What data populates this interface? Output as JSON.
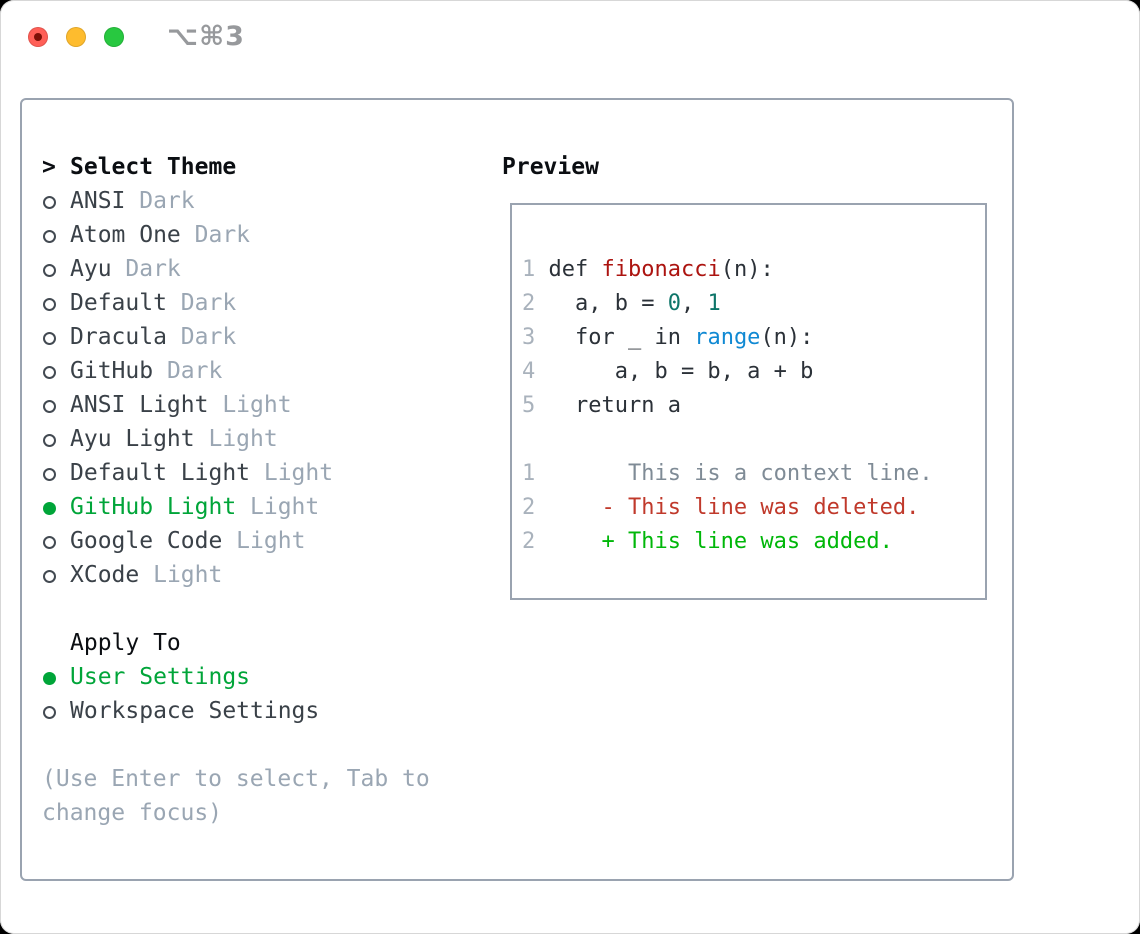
{
  "window": {
    "title": "⌥⌘3"
  },
  "titlebar": {
    "buttons": [
      "close",
      "minimize",
      "zoom"
    ],
    "close_has_dot": true
  },
  "theme_picker": {
    "header": {
      "marker": ">",
      "label": "Select Theme"
    },
    "themes": [
      {
        "name": "ANSI",
        "variant": "Dark",
        "selected": false
      },
      {
        "name": "Atom One",
        "variant": "Dark",
        "selected": false
      },
      {
        "name": "Ayu",
        "variant": "Dark",
        "selected": false
      },
      {
        "name": "Default",
        "variant": "Dark",
        "selected": false
      },
      {
        "name": "Dracula",
        "variant": "Dark",
        "selected": false
      },
      {
        "name": "GitHub",
        "variant": "Dark",
        "selected": false
      },
      {
        "name": "ANSI Light",
        "variant": "Light",
        "selected": false
      },
      {
        "name": "Ayu Light",
        "variant": "Light",
        "selected": false
      },
      {
        "name": "Default Light",
        "variant": "Light",
        "selected": false
      },
      {
        "name": "GitHub Light",
        "variant": "Light",
        "selected": true
      },
      {
        "name": "Google Code",
        "variant": "Light",
        "selected": false
      },
      {
        "name": "XCode",
        "variant": "Light",
        "selected": false
      }
    ],
    "apply_to": {
      "label": "Apply To",
      "options": [
        {
          "label": "User Settings",
          "selected": true
        },
        {
          "label": "Workspace Settings",
          "selected": false
        }
      ]
    },
    "help_lines": [
      "(Use Enter to select, Tab to",
      "change focus)"
    ]
  },
  "preview": {
    "title": "Preview",
    "code_lines": [
      [
        [
          "1 ",
          "ln"
        ],
        [
          "def ",
          "fg"
        ],
        [
          "fibonacci",
          "func"
        ],
        [
          "(n):",
          "fg"
        ]
      ],
      [
        [
          "2",
          "ln"
        ],
        [
          "   a, b = ",
          "fg"
        ],
        [
          "0",
          "num"
        ],
        [
          ", ",
          "fg"
        ],
        [
          "1",
          "num"
        ]
      ],
      [
        [
          "3",
          "ln"
        ],
        [
          "   for _ in ",
          "fg"
        ],
        [
          "range",
          "blue"
        ],
        [
          "(n):",
          "fg"
        ]
      ],
      [
        [
          "4",
          "ln"
        ],
        [
          "      a, b = b, a + b",
          "fg"
        ]
      ],
      [
        [
          "5",
          "ln"
        ],
        [
          "   return a",
          "fg"
        ]
      ],
      [],
      [
        [
          "1",
          "ln"
        ],
        [
          "       This is a context line.",
          "ctx"
        ]
      ],
      [
        [
          "2",
          "ln"
        ],
        [
          "     - This line was deleted.",
          "del"
        ]
      ],
      [
        [
          "2",
          "ln"
        ],
        [
          "     + This line was added.",
          "add"
        ]
      ]
    ]
  },
  "colors": {
    "window_bg": "#ffffff",
    "border_gray": "#9aa3b0",
    "header_text": "#0b0e12",
    "item_text": "#3a4148",
    "muted_text": "#9aa6b3",
    "selection_green": "#00a539",
    "traffic_red": "#ff5f57",
    "traffic_red_dot": "#7d1007",
    "traffic_yellow": "#febc2e",
    "traffic_green": "#28c840",
    "title_gray": "#97999c",
    "line_number": "#a9b2bc",
    "code_fg": "#2b3138",
    "func_red": "#ac1410",
    "number_teal": "#0e7569",
    "builtin_blue": "#1089d3",
    "context_gray": "#7f8b96",
    "deleted_red": "#c0392b",
    "added_green": "#00b709"
  }
}
